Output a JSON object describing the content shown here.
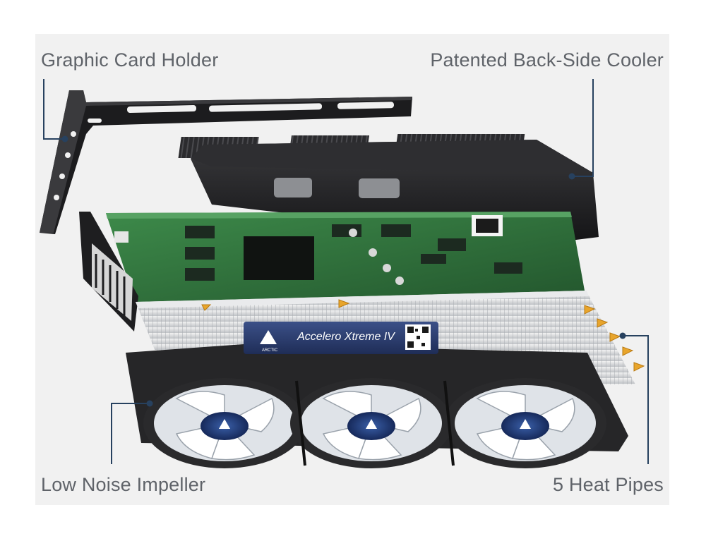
{
  "callouts": {
    "holder": "Graphic Card Holder",
    "cooler": "Patented Back-Side Cooler",
    "impeller": "Low Noise Impeller",
    "pipes": "5 Heat Pipes"
  },
  "product": {
    "name": "Accelero Xtreme IV",
    "brand_logo": "ARCTIC"
  },
  "colors": {
    "leader_line": "#27415f",
    "label_text": "#5f6369",
    "pcb_green": "#2f6d3a",
    "heatsink_black": "#1d1d1f",
    "shroud_blue": "#2c3f73",
    "heat_pipe_gold": "#e8a52c"
  }
}
